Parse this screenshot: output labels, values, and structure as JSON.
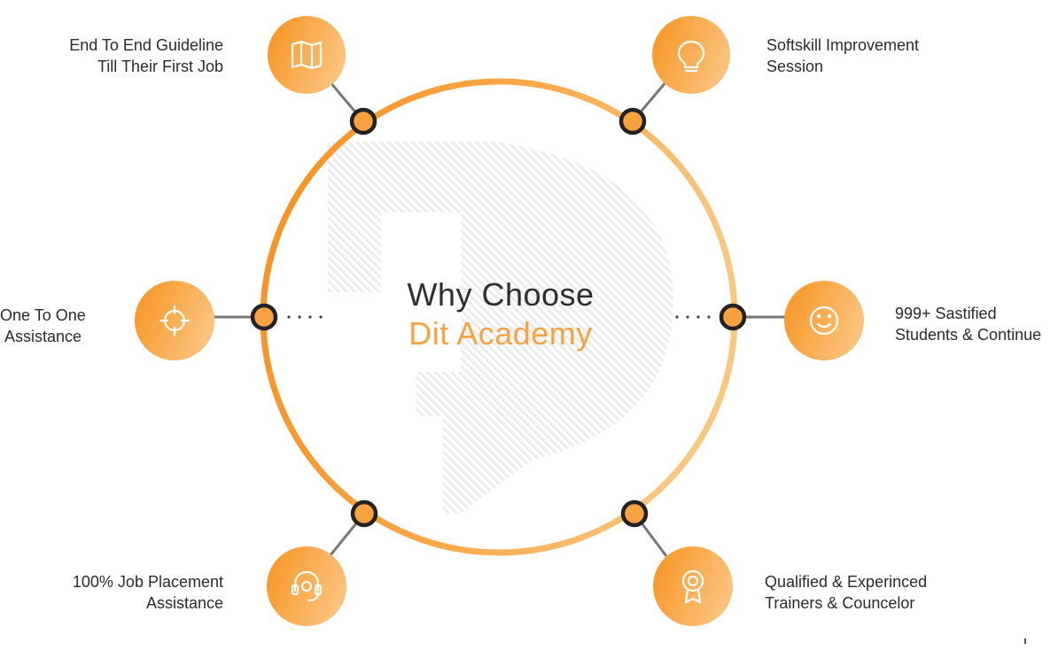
{
  "heading": {
    "line1": "Why Choose",
    "line2": "Dit Academy"
  },
  "colors": {
    "accent_dark": "#f7901e",
    "accent_light": "#fcc67e",
    "node_outline": "#222222",
    "connector": "#777777",
    "text": "#2b2b2b"
  },
  "features": [
    {
      "id": "guideline",
      "icon": "map-icon",
      "lines": [
        "End To End Guideline",
        "Till Their First Job"
      ]
    },
    {
      "id": "softskill",
      "icon": "lightbulb-icon",
      "lines": [
        "Softskill Improvement",
        "Session"
      ]
    },
    {
      "id": "one-to-one",
      "icon": "crosshair-icon",
      "lines": [
        "One To One",
        "Assistance"
      ]
    },
    {
      "id": "satisfied",
      "icon": "smiley-icon",
      "lines": [
        "999+ Sastified",
        "Students & Continue"
      ]
    },
    {
      "id": "placement",
      "icon": "headset-icon",
      "lines": [
        "100% Job Placement",
        "Assistance"
      ]
    },
    {
      "id": "trainers",
      "icon": "award-badge-icon",
      "lines": [
        "Qualified & Experinced",
        "Trainers & Councelor"
      ]
    }
  ]
}
